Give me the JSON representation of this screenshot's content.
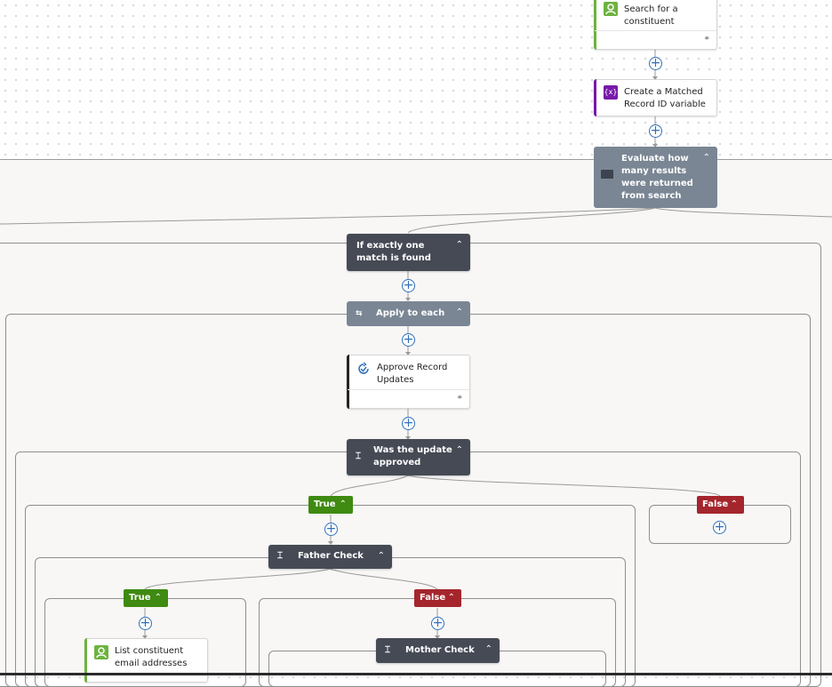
{
  "nodes": {
    "search_constituent": "Search for a constituent",
    "create_variable": "Create a Matched Record ID variable",
    "evaluate_results": "Evaluate how many results were returned from search",
    "if_one_match": "If exactly one match is found",
    "apply_to_each": "Apply to each",
    "approve_updates": "Approve Record Updates",
    "was_update_approved": "Was the update approved",
    "father_check": "Father Check",
    "list_emails": "List constituent email addresses",
    "mother_check": "Mother Check"
  },
  "branches": {
    "true_label": "True",
    "false_label": "False"
  },
  "colors": {
    "control_dark": "#454a55",
    "switch_slate": "#7a8694",
    "true_branch": "#3f8a11",
    "false_branch": "#a4262c",
    "connector_blue": "#2e6fbc",
    "variable_purple": "#7719aa",
    "blackbaud_green": "#6db33f"
  },
  "icons": {
    "plus": "+",
    "collapse": "^"
  }
}
